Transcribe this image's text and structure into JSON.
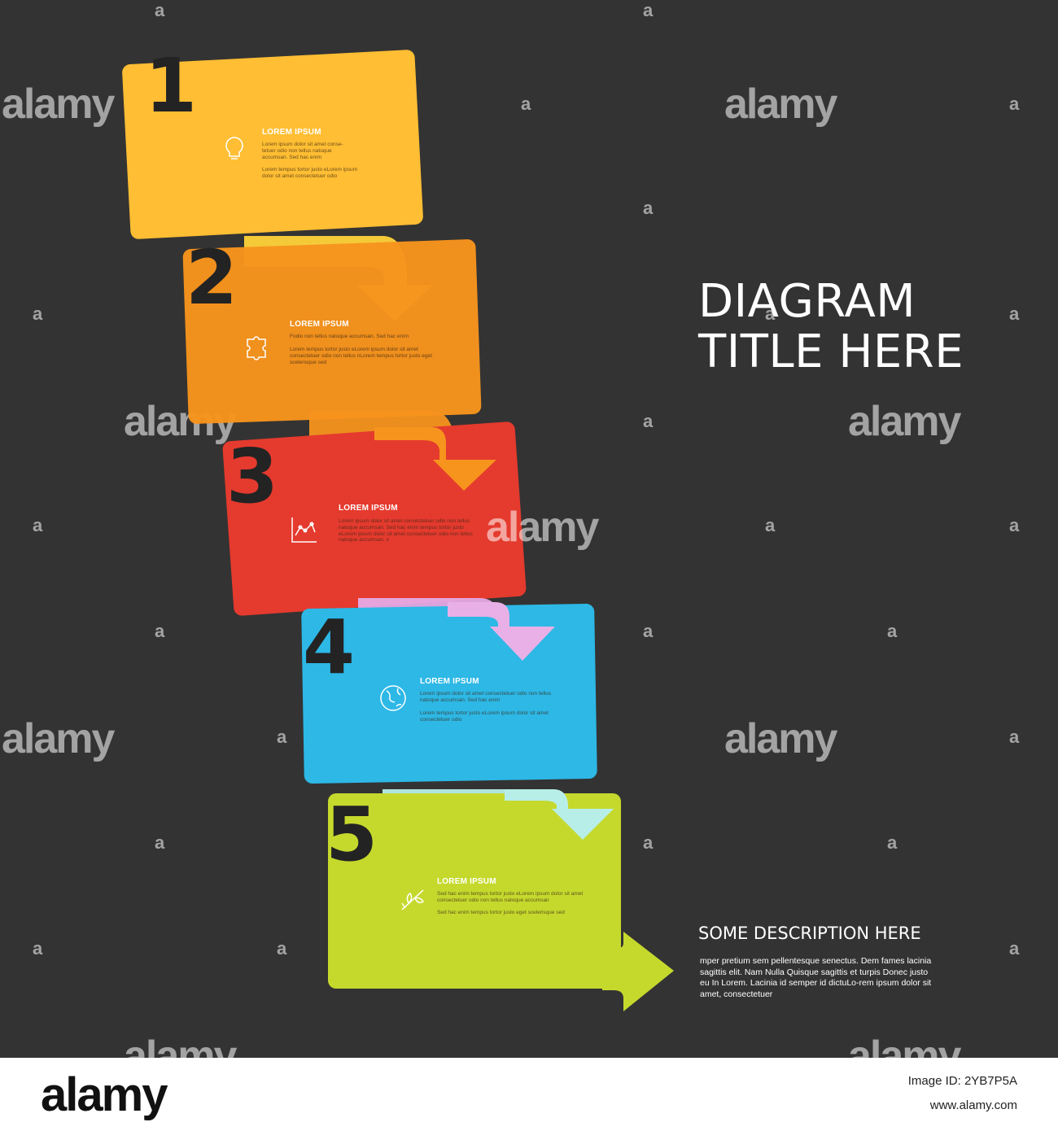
{
  "title": "DIAGRAM\nTITLE HERE",
  "steps": [
    {
      "number": "1",
      "color": "#FFBE33",
      "icon": "lightbulb-icon",
      "title": "LOREM IPSUM",
      "text1": "Lorem ipsum dolor sit amet conse-tetuer odio non tellus natoque accumsan. Sed hac enim",
      "text2": "Lorem tempus tortor justo eLorem ipsum dolor sit amet consectetuer odio"
    },
    {
      "number": "2",
      "color": "#F7941D",
      "icon": "puzzle-icon",
      "title": "LOREM IPSUM",
      "text1": "Fodio non tellus natoque accumsan. Sed hac enim",
      "text2": "Lorem tempus tortor justo eLorem ipsum dolor sit amet consectetuer odio non tellus nLorem tempus tortor justo eget scelerisque sed"
    },
    {
      "number": "3",
      "color": "#E53A2E",
      "icon": "line-chart-icon",
      "title": "LOREM IPSUM",
      "text1": "Lorem ipsum dolor sit amet consectetuer odio non tellus natoque accumsan. Sed hac enim tempus tortor justo eLorem ipsum dolor sit amet consectetuer odio non tellus natoque accumsan. s",
      "text2": ""
    },
    {
      "number": "4",
      "color": "#2DB8E6",
      "icon": "globe-icon",
      "title": "LOREM IPSUM",
      "text1": "Lorem ipsum dolor sit amet consectetuer odio non tellus natoque accumsan. Sed hac enim",
      "text2": "Lorem tempus tortor justo eLorem ipsum dolor sit amet consectetuer odio"
    },
    {
      "number": "5",
      "color": "#C5D92D",
      "icon": "branches-icon",
      "title": "LOREM IPSUM",
      "text1": "Sed hac enim tempus tortor justo eLorem ipsum dolor sit amet consectetuer odio non tellus natoque accumsan",
      "text2": "Sed hac enim tempus tortor justo eget scelerisque sed"
    }
  ],
  "description": {
    "heading": "SOME DESCRIPTION HERE",
    "text": "mper pretium sem pellentesque senectus. Dem fames lacinia sagittis elit. Nam Nulla Quisque sagittis et turpis Donec justo eu In Lorem. Lacinia id semper id dictuLo-rem ipsum dolor sit amet, consectetuer"
  },
  "watermark": {
    "brand": "alamy",
    "mark": "a"
  },
  "footer": {
    "brand": "alamy",
    "image_id": "Image ID: 2YB7P5A",
    "url": "www.alamy.com"
  }
}
